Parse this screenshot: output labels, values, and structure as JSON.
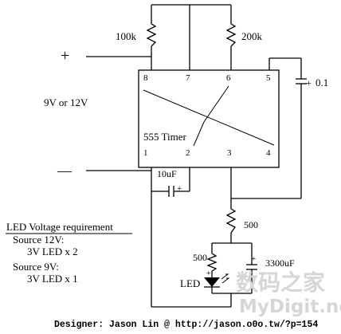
{
  "components": {
    "r_top_left": {
      "label": "100k"
    },
    "r_top_right": {
      "label": "200k"
    },
    "cap_pin5": {
      "label": "0.1",
      "polarity": "+"
    },
    "supply_plus": {
      "label": "+"
    },
    "supply_minus": {
      "label": "—"
    },
    "supply_voltage": {
      "label": "9V or 12V"
    },
    "timer_ic": {
      "name": "555 Timer",
      "pins_top": [
        "8",
        "7",
        "6",
        "5"
      ],
      "pins_bottom": [
        "1",
        "2",
        "3",
        "4"
      ]
    },
    "cap_timing": {
      "label": "10uF",
      "polarity": "+"
    },
    "r_out": {
      "label": "500"
    },
    "r_led": {
      "label": "500"
    },
    "cap_big": {
      "label": "3300uF",
      "polarity": "+"
    },
    "led": {
      "label": "LED",
      "polarity": "+"
    }
  },
  "requirements": {
    "title": "LED Voltage  requirement",
    "lines": [
      "Source 12V:",
      "3V LED x 2",
      "Source 9V:",
      "3V LED x 1"
    ]
  },
  "watermark": {
    "cn": "数码之家",
    "en": "MyDigit.net"
  },
  "footer": {
    "credit": "Designer: Jason Lin @ http://jason.o0o.tw/?p=154"
  },
  "colors": {
    "ink": "#000000",
    "watermark": "#d6d6d6",
    "background": "#ffffff"
  }
}
